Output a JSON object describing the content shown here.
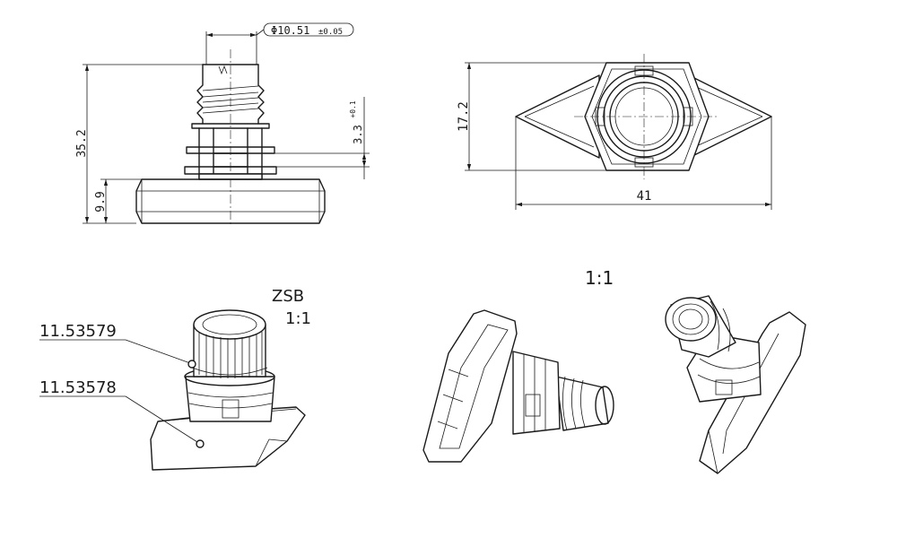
{
  "dimensions": {
    "diameter_main": "Φ10.51",
    "diameter_tol": "±0.05",
    "height_total": "35.2",
    "height_base": "9.9",
    "gap_value": "3.3",
    "gap_tol": "+0.1",
    "hex_height": "17.2",
    "overall_width": "41"
  },
  "labels": {
    "zsb": "ZSB",
    "zsb_scale": "1:1",
    "iso_scale": "1:1",
    "part_upper": "11.53579",
    "part_lower": "11.53578"
  }
}
